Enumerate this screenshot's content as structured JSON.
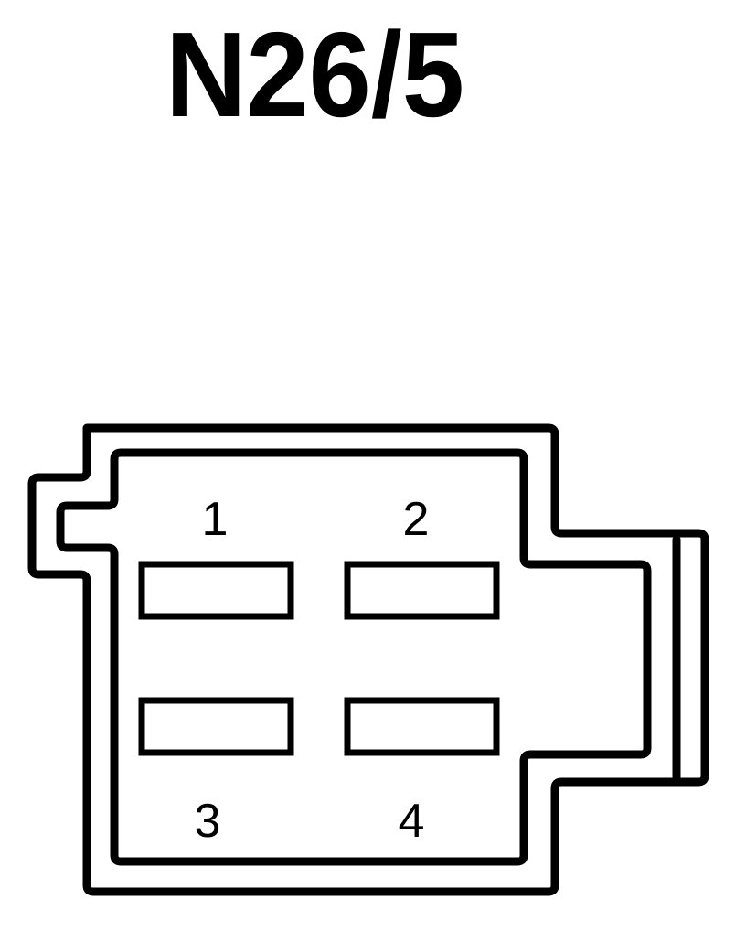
{
  "connector": {
    "title": "N26/5"
  },
  "pins": [
    {
      "label": "1"
    },
    {
      "label": "2"
    },
    {
      "label": "3"
    },
    {
      "label": "4"
    }
  ],
  "colors": {
    "line": "#000000",
    "background": "#ffffff"
  }
}
